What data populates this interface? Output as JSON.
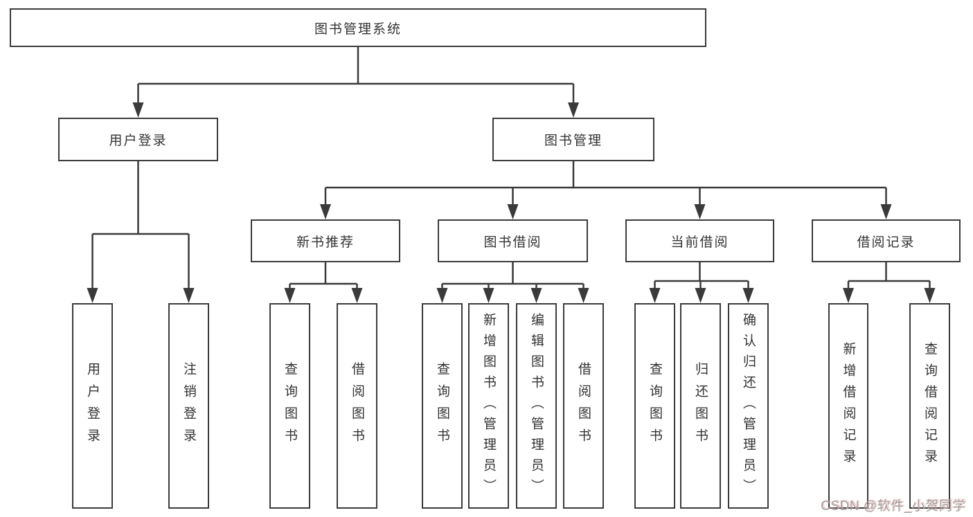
{
  "diagram": {
    "root": {
      "label": "图书管理系统"
    },
    "level2": [
      {
        "label": "用户登录"
      },
      {
        "label": "图书管理"
      }
    ],
    "level3": [
      {
        "label": "新书推荐"
      },
      {
        "label": "图书借阅"
      },
      {
        "label": "当前借阅"
      },
      {
        "label": "借阅记录"
      }
    ],
    "leaves": [
      {
        "label": "用户登录"
      },
      {
        "label": "注销登录"
      },
      {
        "label": "查询图书"
      },
      {
        "label": "借阅图书"
      },
      {
        "label": "查询图书"
      },
      {
        "label": "新增图书（管理员）"
      },
      {
        "label": "编辑图书（管理员）"
      },
      {
        "label": "借阅图书"
      },
      {
        "label": "查询图书"
      },
      {
        "label": "归还图书"
      },
      {
        "label": "确认归还（管理员）"
      },
      {
        "label": "新增借阅记录"
      },
      {
        "label": "查询借阅记录"
      }
    ]
  },
  "watermark": {
    "text": "CSDN @软件_小贺同学"
  },
  "colors": {
    "line": "#3a3a3a",
    "box_border": "#3a3a3a",
    "box_fill": "#ffffff",
    "text": "#333333",
    "watermark_gray": "#a0a0a0",
    "watermark_pink": "#f2a0a0",
    "background": "#ffffff"
  }
}
